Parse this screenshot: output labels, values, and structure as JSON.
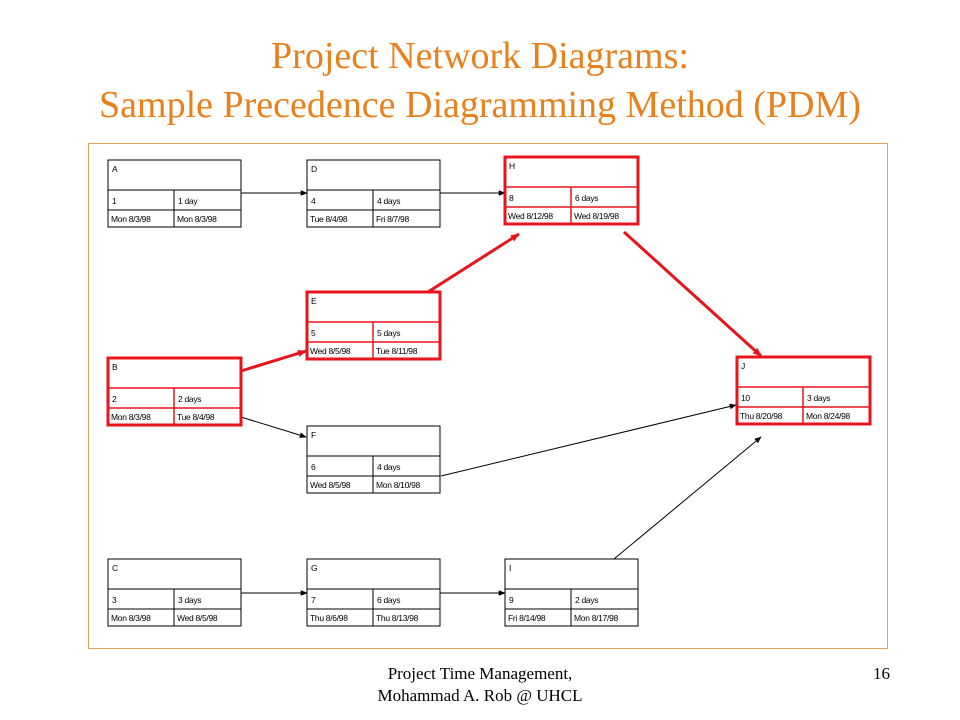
{
  "title": {
    "line1": "Project Network Diagrams:",
    "line2": "Sample Precedence Diagramming Method (PDM)"
  },
  "footer": {
    "line1": "Project Time Management,",
    "line2": "Mohammad A. Rob @ UHCL",
    "page_number": "16"
  },
  "colors": {
    "title": "#e8801c",
    "critical": "#e8141c",
    "normal": "#000000"
  },
  "nodes": [
    {
      "id": "A",
      "num": "1",
      "duration": "1 day",
      "start": "Mon 8/3/98",
      "finish": "Mon 8/3/98",
      "critical": false
    },
    {
      "id": "D",
      "num": "4",
      "duration": "4 days",
      "start": "Tue 8/4/98",
      "finish": "Fri 8/7/98",
      "critical": false
    },
    {
      "id": "H",
      "num": "8",
      "duration": "6 days",
      "start": "Wed 8/12/98",
      "finish": "Wed 8/19/98",
      "critical": true
    },
    {
      "id": "E",
      "num": "5",
      "duration": "5 days",
      "start": "Wed 8/5/98",
      "finish": "Tue 8/11/98",
      "critical": true
    },
    {
      "id": "B",
      "num": "2",
      "duration": "2 days",
      "start": "Mon 8/3/98",
      "finish": "Tue 8/4/98",
      "critical": true
    },
    {
      "id": "J",
      "num": "10",
      "duration": "3 days",
      "start": "Thu 8/20/98",
      "finish": "Mon 8/24/98",
      "critical": true
    },
    {
      "id": "F",
      "num": "6",
      "duration": "4 days",
      "start": "Wed 8/5/98",
      "finish": "Mon 8/10/98",
      "critical": false
    },
    {
      "id": "C",
      "num": "3",
      "duration": "3 days",
      "start": "Mon 8/3/98",
      "finish": "Wed 8/5/98",
      "critical": false
    },
    {
      "id": "G",
      "num": "7",
      "duration": "6 days",
      "start": "Thu 8/6/98",
      "finish": "Thu 8/13/98",
      "critical": false
    },
    {
      "id": "I",
      "num": "9",
      "duration": "2 days",
      "start": "Fri 8/14/98",
      "finish": "Mon 8/17/98",
      "critical": false
    }
  ],
  "edges": [
    {
      "from": "A",
      "to": "D",
      "critical": false
    },
    {
      "from": "D",
      "to": "H",
      "critical": false
    },
    {
      "from": "B",
      "to": "E",
      "critical": true
    },
    {
      "from": "E",
      "to": "H",
      "critical": true
    },
    {
      "from": "H",
      "to": "J",
      "critical": true
    },
    {
      "from": "B",
      "to": "F",
      "critical": false
    },
    {
      "from": "F",
      "to": "J",
      "critical": false
    },
    {
      "from": "C",
      "to": "G",
      "critical": false
    },
    {
      "from": "G",
      "to": "I",
      "critical": false
    },
    {
      "from": "I",
      "to": "J",
      "critical": false
    }
  ]
}
